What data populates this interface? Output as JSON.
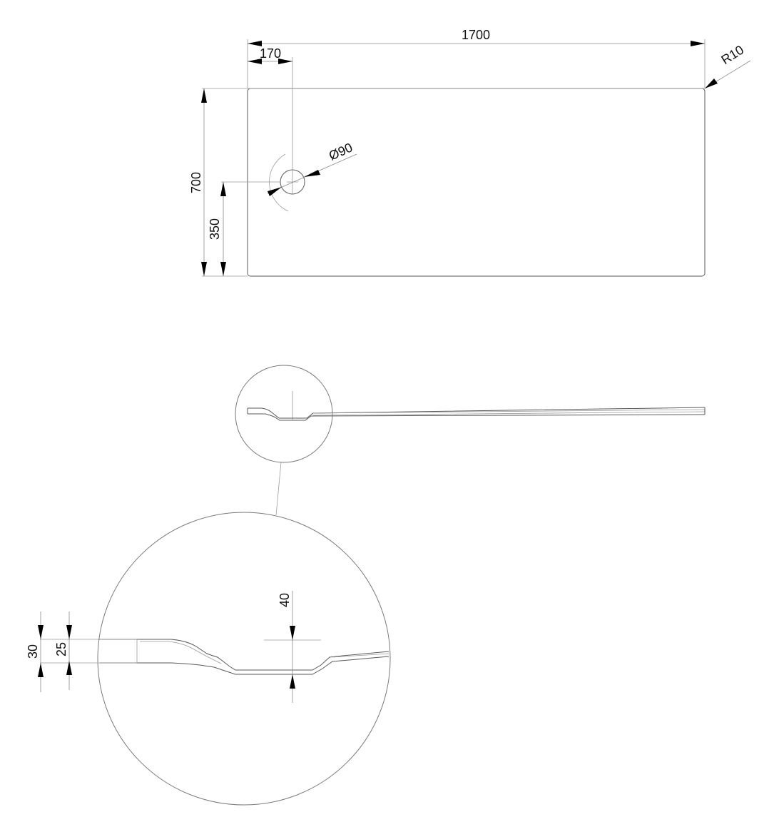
{
  "plan_view": {
    "dimensions": {
      "overall_length": "1700",
      "drain_offset_x": "170",
      "corner_radius": "R10",
      "drain_diameter": "Ø90",
      "overall_width": "700",
      "drain_offset_y": "350"
    }
  },
  "detail_view": {
    "dimensions": {
      "drain_depth": "40",
      "rim_height_outer": "30",
      "rim_height_inner": "25"
    }
  },
  "colors": {
    "line": "#7a7a7a",
    "arrow": "#000000",
    "text": "#111111"
  }
}
